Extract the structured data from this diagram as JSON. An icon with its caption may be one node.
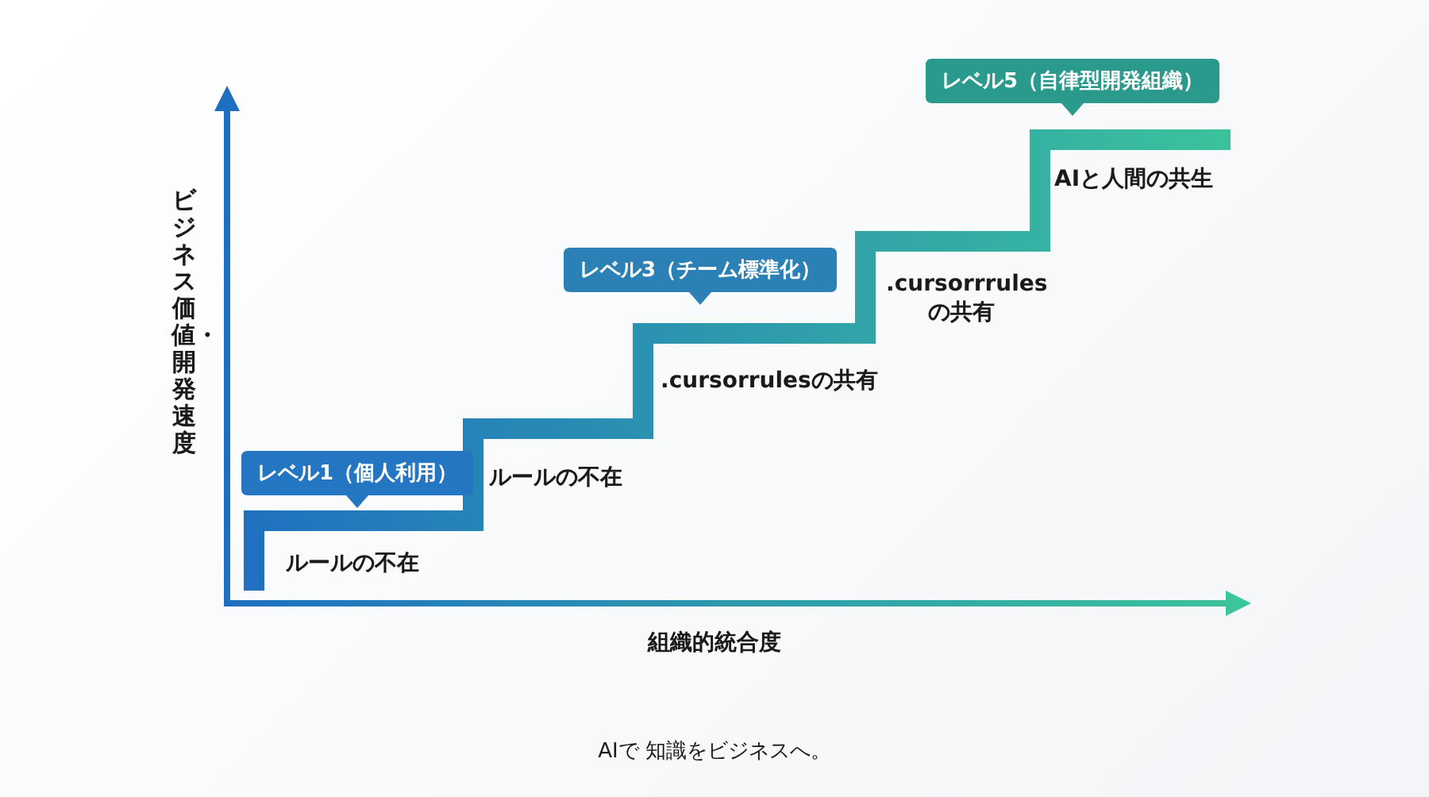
{
  "diagram": {
    "labels": [
      "レベル5（自律型開発組織）",
      "AIと人間の共生",
      "ビジネス価値・開発速度",
      ".cursorrrules の共有",
      "レベル3（チーム標準化）",
      ".cursorrulesの共有",
      "レベル1（個人利用）",
      "ルールの不在",
      "ルールの不在",
      "組織的統合度",
      "AIで 知識をビジネスへ。"
    ]
  }
}
